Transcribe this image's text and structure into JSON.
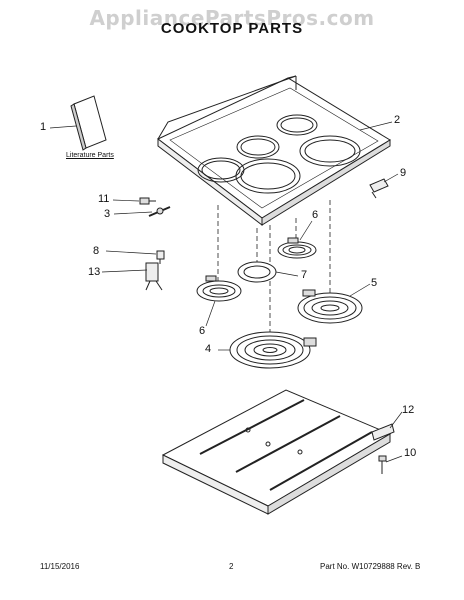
{
  "watermark": "AppliancePartsPros.com",
  "title": "COOKTOP PARTS",
  "literature_label": "Literature Parts",
  "callouts": {
    "c1": "1",
    "c2": "2",
    "c3": "3",
    "c4": "4",
    "c5": "5",
    "c6a": "6",
    "c6b": "6",
    "c7": "7",
    "c8": "8",
    "c9": "9",
    "c10": "10",
    "c11": "11",
    "c12": "12",
    "c13": "13"
  },
  "footer": {
    "date": "11/15/2016",
    "page": "2",
    "part_no": "Part No.  W10729888  Rev.  B"
  }
}
